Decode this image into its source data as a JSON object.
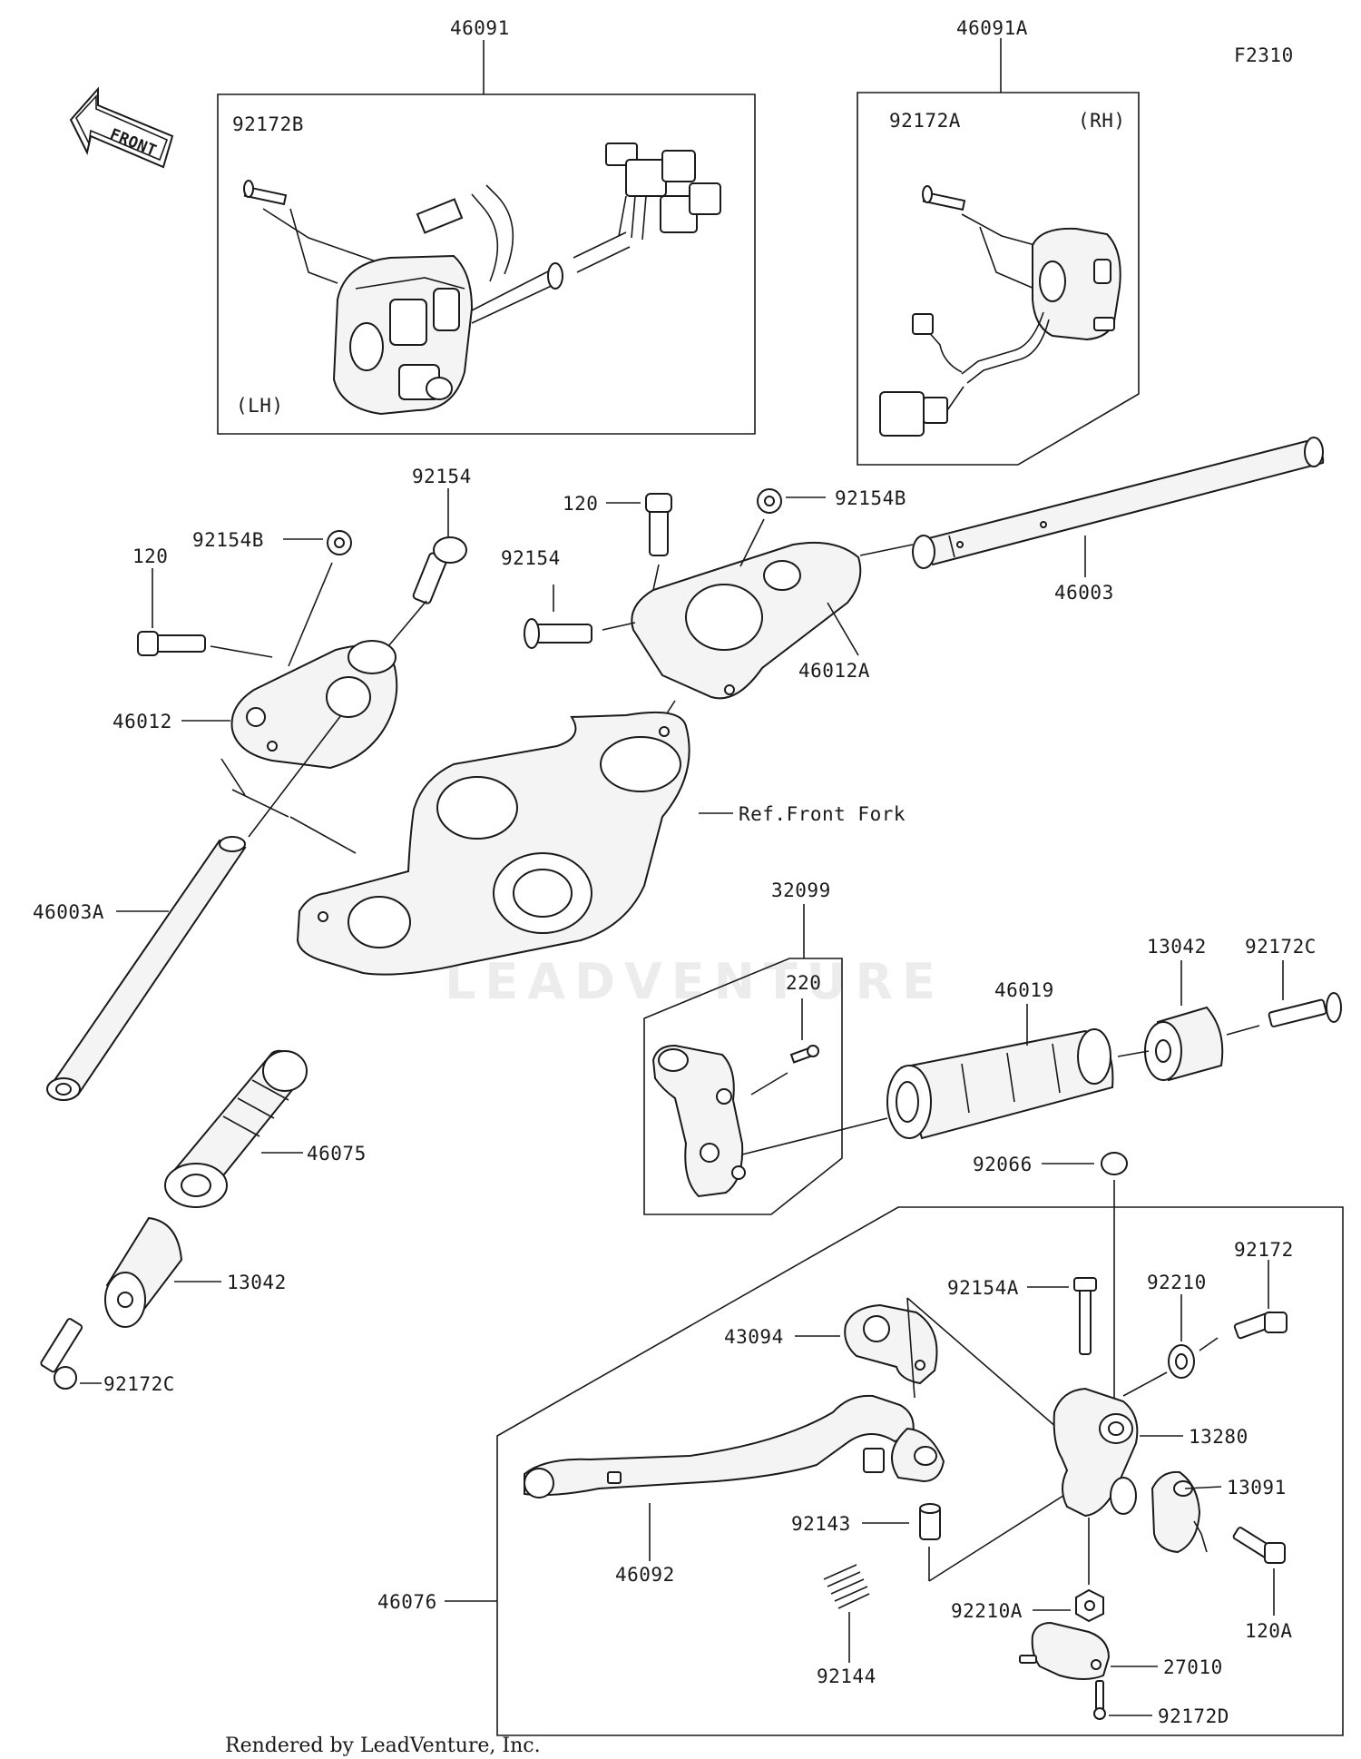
{
  "diagram_code": "F2310",
  "front_arrow_label": "FRONT",
  "reference_note": "Ref.Front Fork",
  "footer": "Rendered by LeadVenture, Inc.",
  "watermark": "LEADVENTURE",
  "boxes": {
    "left_switch": {
      "part": "46091",
      "side": "(LH)",
      "screw": "92172B"
    },
    "right_switch": {
      "part": "46091A",
      "side": "(RH)",
      "screw": "92172A"
    },
    "throttle": {
      "part": "32099",
      "screw": "220"
    },
    "clutch_lever": {
      "part": "46076"
    }
  },
  "parts": {
    "p_92154_l": "92154",
    "p_92154b_l": "92154B",
    "p_120_l": "120",
    "p_46012": "46012",
    "p_46003a": "46003A",
    "p_46075": "46075",
    "p_13042_l": "13042",
    "p_92172c_l": "92172C",
    "p_120_r": "120",
    "p_92154b_r": "92154B",
    "p_92154_r": "92154",
    "p_46012a": "46012A",
    "p_46003": "46003",
    "p_46019": "46019",
    "p_13042_r": "13042",
    "p_92172c_r": "92172C",
    "p_92066": "92066",
    "p_92154a": "92154A",
    "p_92210": "92210",
    "p_92172": "92172",
    "p_43094": "43094",
    "p_13280": "13280",
    "p_13091": "13091",
    "p_92143": "92143",
    "p_46092": "46092",
    "p_92210a": "92210A",
    "p_120a": "120A",
    "p_92144": "92144",
    "p_27010": "27010",
    "p_92172d": "92172D"
  }
}
